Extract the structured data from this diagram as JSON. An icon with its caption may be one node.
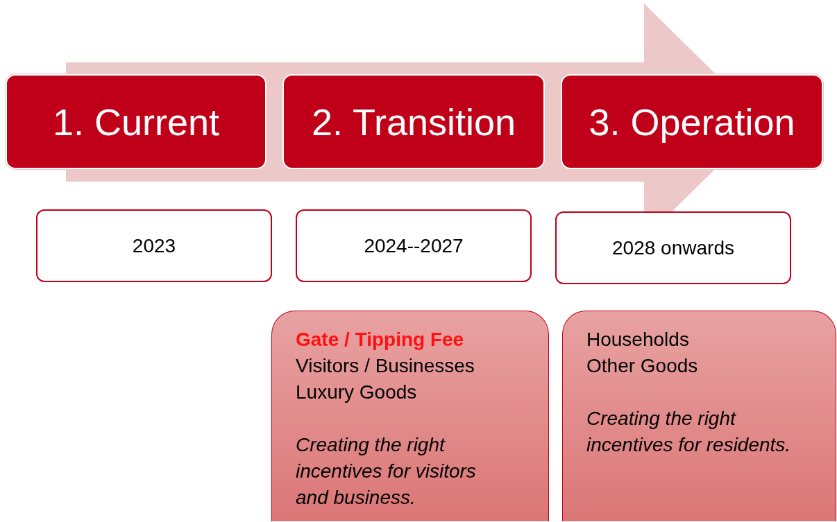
{
  "diagram": {
    "nodes": [
      {
        "text": [
          "1. Current"
        ]
      },
      {
        "text": [
          "2. Transition"
        ]
      },
      {
        "text": [
          "3. Operation"
        ]
      },
      {
        "text": [
          "2023"
        ]
      },
      {
        "text": [
          "2024--2027"
        ]
      },
      {
        "text": [
          "2028 onwards"
        ]
      },
      {
        "text": [
          "Gate / Tipping Fee",
          "Visitors / Businesses",
          "Luxury Goods",
          "Creating the right incentives for visitors and business."
        ]
      },
      {
        "text": [
          "Households",
          "Other Goods",
          "Creating the right incentives for residents."
        ]
      }
    ]
  }
}
